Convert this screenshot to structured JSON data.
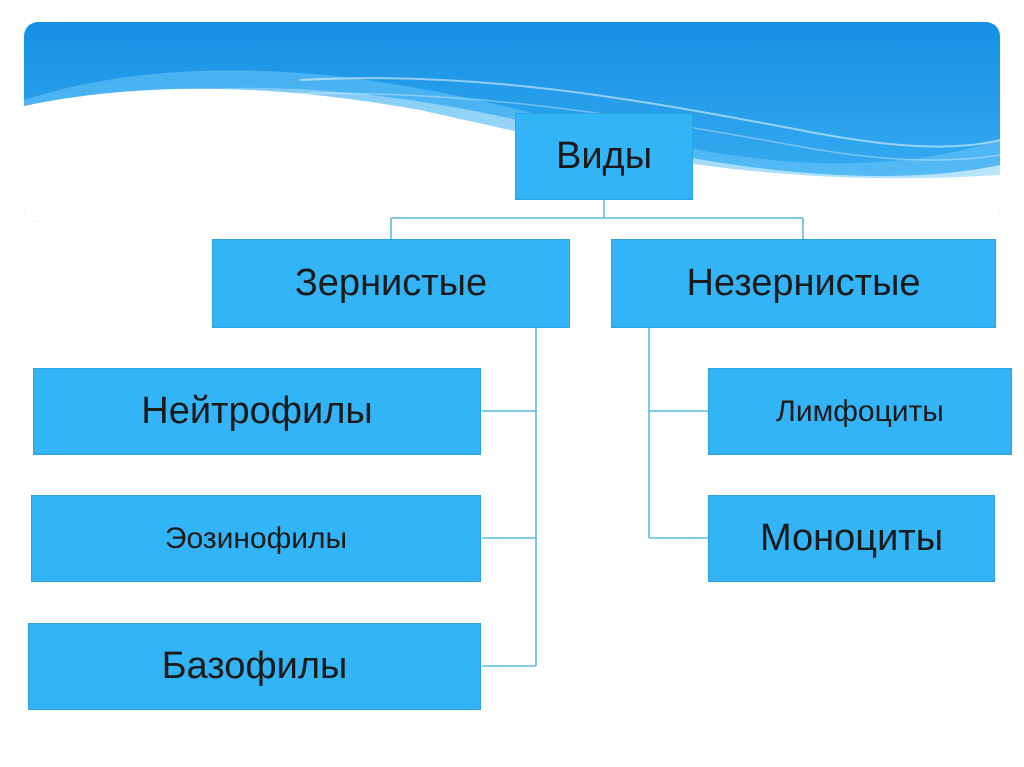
{
  "diagram": {
    "root": {
      "label": "Виды"
    },
    "groups": [
      {
        "label": "Зернистые",
        "children": [
          "Нейтрофилы",
          "Эозинофилы",
          "Базофилы"
        ]
      },
      {
        "label": "Незернистые",
        "children": [
          "Лимфоциты",
          "Моноциты"
        ]
      }
    ]
  },
  "colors": {
    "node_fill": "#33b4f6",
    "connector": "#5bbbe8",
    "banner_top": "#1596e6",
    "banner_light": "#8fd3fb"
  }
}
